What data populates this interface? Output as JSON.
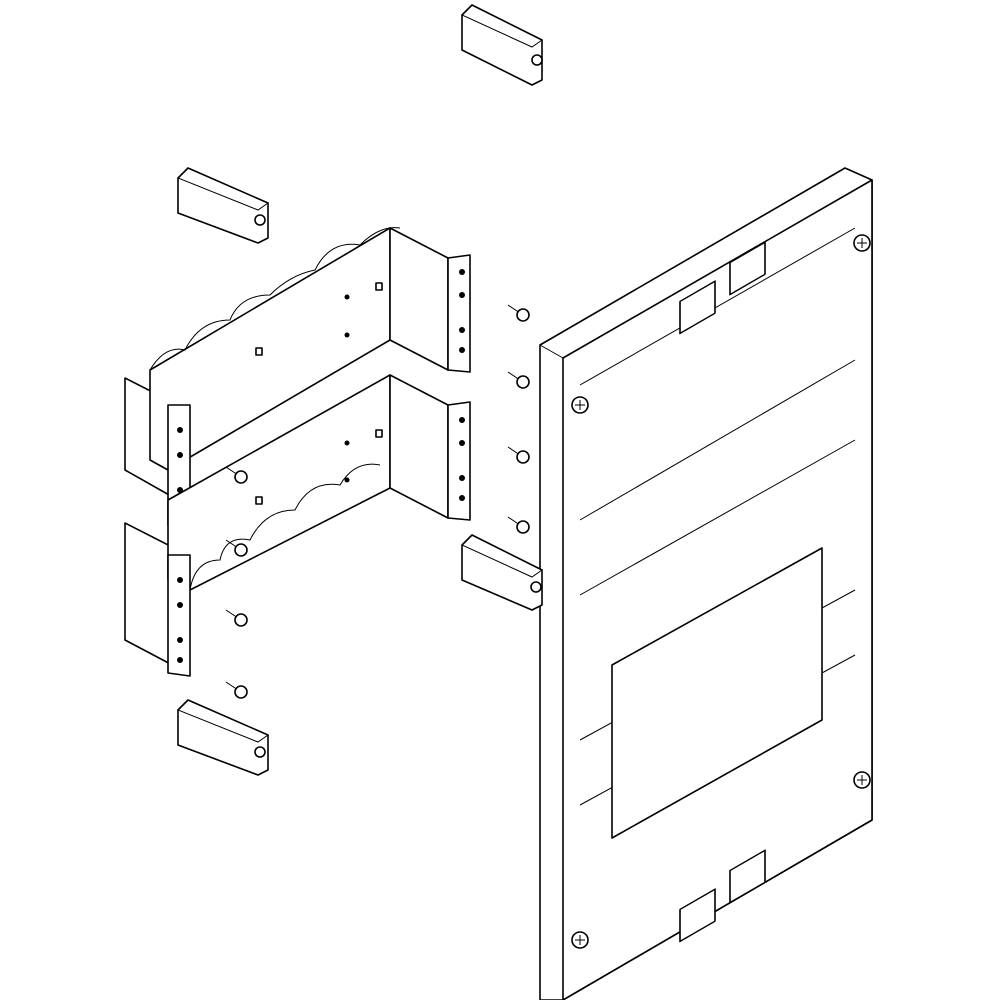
{
  "diagram": {
    "kind": "exploded assembly drawing",
    "colors": {
      "line": "#000000",
      "background": "#ffffff"
    },
    "parts": [
      "front-panel",
      "mounting-bracket-upper",
      "mounting-bracket-lower",
      "clip",
      "screw"
    ]
  }
}
